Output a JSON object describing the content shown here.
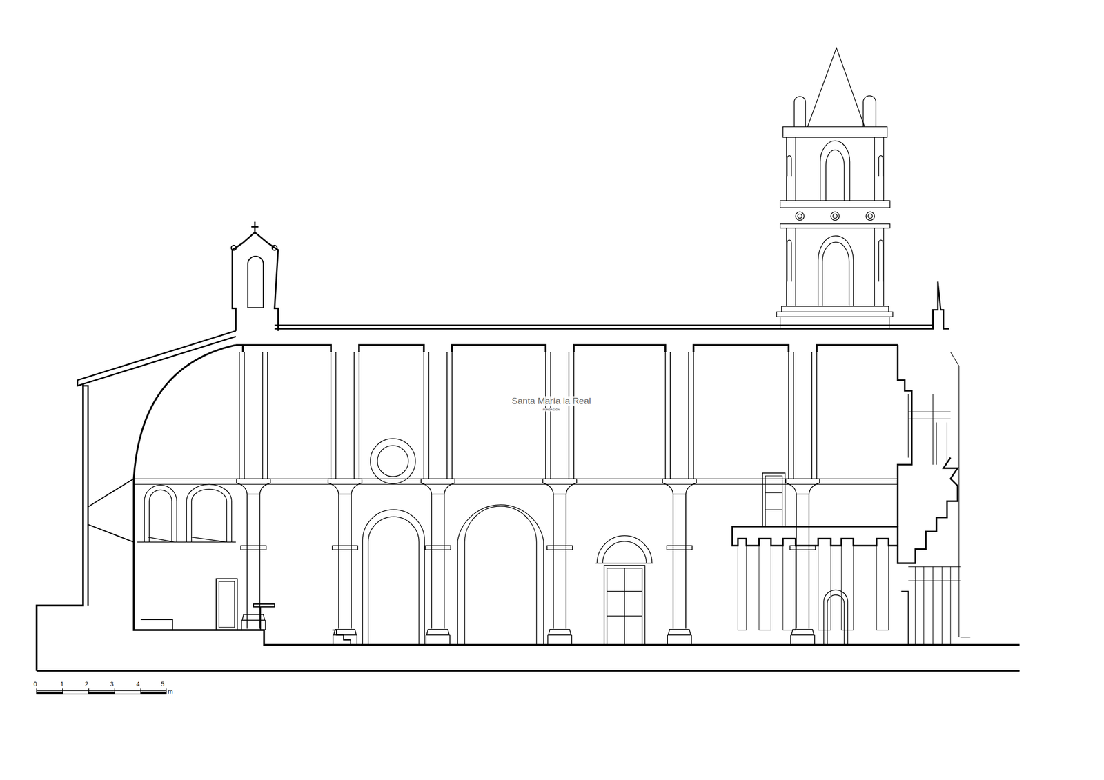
{
  "diagram": {
    "labels": [
      "Santa María la Real",
      "FUNDACIÓN",
      "0",
      "1",
      "2",
      "3",
      "4",
      "5",
      "m"
    ]
  }
}
